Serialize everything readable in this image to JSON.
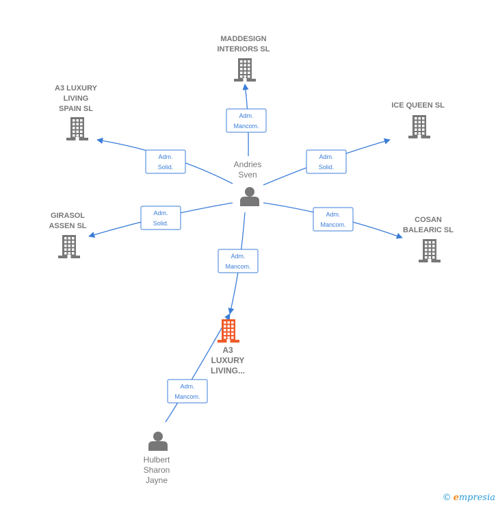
{
  "colors": {
    "edge": "#3b7dd8",
    "building": "#777777",
    "focus_building": "#f05a28",
    "person": "#777777"
  },
  "companies": [
    {
      "id": "maddesign",
      "lines": [
        "MADDESIGN",
        "INTERIORS  SL"
      ],
      "icon": "building-icon"
    },
    {
      "id": "a3spain",
      "lines": [
        "A3 LUXURY",
        "LIVING",
        "SPAIN  SL"
      ],
      "icon": "building-icon"
    },
    {
      "id": "icequeen",
      "lines": [
        "ICE QUEEN  SL"
      ],
      "icon": "building-icon"
    },
    {
      "id": "girasol",
      "lines": [
        "GIRASOL",
        "ASSEN  SL"
      ],
      "icon": "building-icon"
    },
    {
      "id": "cosan",
      "lines": [
        "COSAN",
        "BALEARIC  SL"
      ],
      "icon": "building-icon"
    },
    {
      "id": "a3focus",
      "lines": [
        "A3",
        "LUXURY",
        "LIVING..."
      ],
      "icon": "building-icon",
      "focus": true
    }
  ],
  "people": [
    {
      "id": "andries",
      "lines": [
        "Andries",
        "Sven"
      ],
      "icon": "person-icon"
    },
    {
      "id": "hulbert",
      "lines": [
        "Hulbert",
        "Sharon",
        "Jayne"
      ],
      "icon": "person-icon"
    }
  ],
  "relations": [
    {
      "from": "andries",
      "to": "maddesign",
      "lines": [
        "Adm.",
        "Mancom."
      ]
    },
    {
      "from": "andries",
      "to": "a3spain",
      "lines": [
        "Adm.",
        "Solid."
      ]
    },
    {
      "from": "andries",
      "to": "icequeen",
      "lines": [
        "Adm.",
        "Solid."
      ]
    },
    {
      "from": "andries",
      "to": "girasol",
      "lines": [
        "Adm.",
        "Solid."
      ]
    },
    {
      "from": "andries",
      "to": "cosan",
      "lines": [
        "Adm.",
        "Mancom."
      ]
    },
    {
      "from": "andries",
      "to": "a3focus",
      "lines": [
        "Adm.",
        "Mancom."
      ]
    },
    {
      "from": "hulbert",
      "to": "a3focus",
      "lines": [
        "Adm.",
        "Mancom."
      ]
    }
  ],
  "footer": {
    "copyright": "©",
    "brand_e": "e",
    "brand_rest": "mpresia"
  }
}
